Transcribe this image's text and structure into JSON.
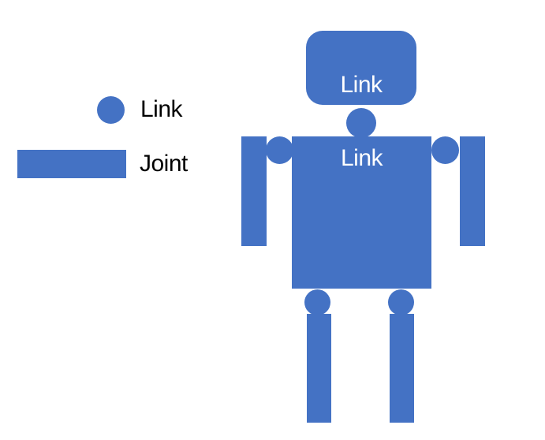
{
  "legend": {
    "items": [
      {
        "symbol": "circle",
        "label": "Link"
      },
      {
        "symbol": "rectangle",
        "label": "Joint"
      }
    ]
  },
  "robot": {
    "head_label": "Link",
    "torso_label": "Link",
    "parts": [
      "head",
      "neck-joint",
      "torso",
      "left-shoulder-joint",
      "right-shoulder-joint",
      "left-arm",
      "right-arm",
      "left-hip-joint",
      "right-hip-joint",
      "left-leg",
      "right-leg"
    ]
  },
  "colors": {
    "shape_fill": "#4472C4",
    "legend_text": "#000000",
    "shape_label_text": "#FFFFFF",
    "background": "#FFFFFF"
  }
}
